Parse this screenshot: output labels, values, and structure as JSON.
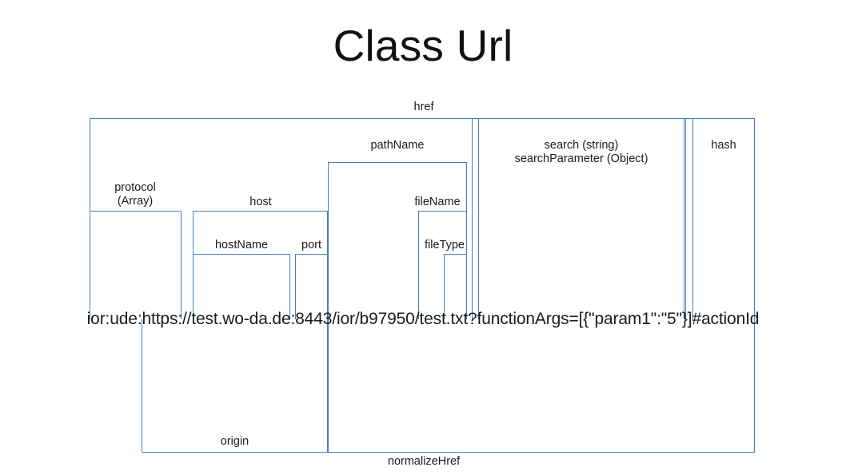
{
  "title": "Class Url",
  "url": {
    "full": "ior:ude:https://test.wo-da.de:8443/ior/b97950/test.txt?functionArgs=[{\"param1\":\"5\"}]#actionId"
  },
  "colors": {
    "bracket": "#4a7ebb",
    "text": "#1b1b1b",
    "background": "#ffffff"
  },
  "labels": {
    "href": "href",
    "protocol": "protocol\n(Array)",
    "host": "host",
    "host_name": "hostName",
    "port": "port",
    "path_name": "pathName",
    "file_name": "fileName",
    "file_type": "fileType",
    "search": "search (string)\nsearchParameter (Object)",
    "hash": "hash",
    "origin": "origin",
    "normalize_href": "normalizeHref"
  },
  "segments": [
    {
      "name": "protocol",
      "label": "protocol (Array)",
      "value": "ior:ude:https:"
    },
    {
      "name": "host",
      "label": "host",
      "value": "test.wo-da.de:8443"
    },
    {
      "name": "hostName",
      "label": "hostName",
      "value": "test.wo-da.de"
    },
    {
      "name": "port",
      "label": "port",
      "value": "8443"
    },
    {
      "name": "pathName",
      "label": "pathName",
      "value": "/ior/b97950/test.txt"
    },
    {
      "name": "fileName",
      "label": "fileName",
      "value": "test.txt"
    },
    {
      "name": "fileType",
      "label": "fileType",
      "value": "txt"
    },
    {
      "name": "search",
      "label": "search (string) / searchParameter (Object)",
      "value": "?functionArgs=[{\"param1\":\"5\"}]"
    },
    {
      "name": "hash",
      "label": "hash",
      "value": "#actionId"
    },
    {
      "name": "origin",
      "label": "origin",
      "value": "https://test.wo-da.de:8443"
    },
    {
      "name": "normalizeHref",
      "label": "normalizeHref",
      "value": "/ior/b97950/test.txt?functionArgs=[{\"param1\":\"5\"}]#actionId"
    },
    {
      "name": "href",
      "label": "href",
      "value": "ior:ude:https://test.wo-da.de:8443/ior/b97950/test.txt?functionArgs=[{\"param1\":\"5\"}]#actionId"
    }
  ]
}
